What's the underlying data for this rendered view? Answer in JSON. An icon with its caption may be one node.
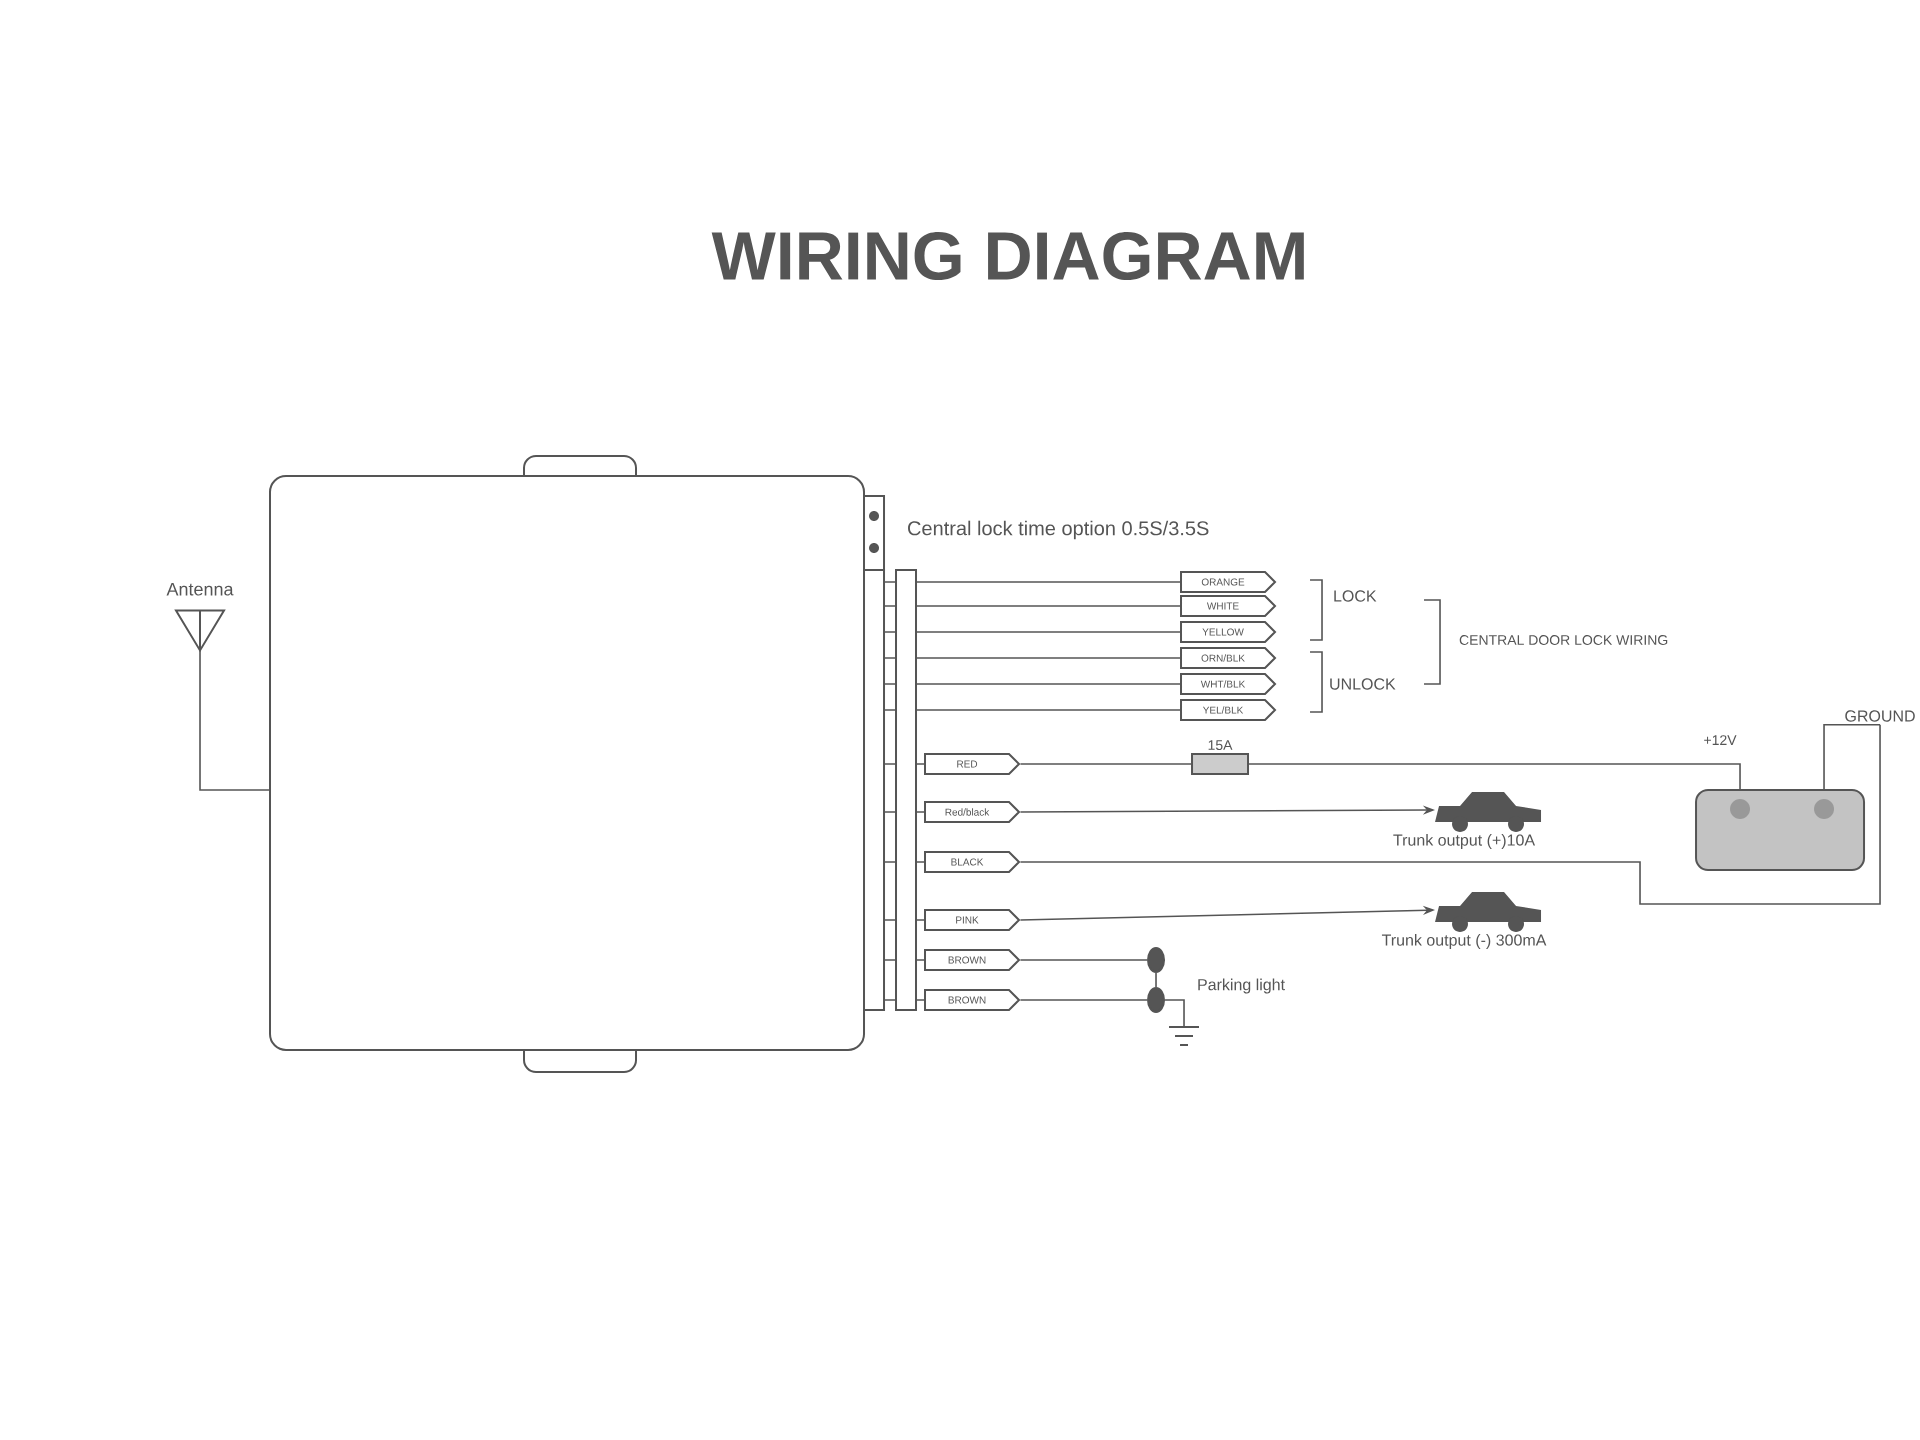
{
  "diagram": {
    "title": "WIRING DIAGRAM",
    "nodes": [
      {
        "text": [],
        "shape": "box"
      },
      {
        "text": [
          "Antenna"
        ]
      },
      {
        "text": [
          "ORANGE"
        ]
      },
      {
        "text": [
          "WHITE"
        ]
      },
      {
        "text": [
          "YELLOW"
        ]
      },
      {
        "text": [
          "ORN/BLK"
        ]
      },
      {
        "text": [
          "WHT/BLK"
        ]
      },
      {
        "text": [
          "YEL/BLK"
        ]
      },
      {
        "text": [
          "RED"
        ]
      },
      {
        "text": [
          "Red/black"
        ]
      },
      {
        "text": [
          "BLACK"
        ]
      },
      {
        "text": [
          "PINK"
        ]
      },
      {
        "text": [
          "BROWN"
        ]
      },
      {
        "text": [
          "BROWN"
        ]
      },
      {
        "text": [
          "15A"
        ]
      },
      {
        "text": [],
        "shape": "box"
      },
      {
        "text": [],
        "shape": "picture",
        "beside": [
          "Trunk output (+)10A"
        ]
      },
      {
        "text": [],
        "shape": "picture",
        "beside": [
          "Trunk output (-) 300mA"
        ]
      },
      {
        "text": [],
        "shape": "circle"
      },
      {
        "text": [],
        "shape": "circle"
      },
      {
        "text": [],
        "shape": "picture"
      },
      {
        "text": [
          "GROUND"
        ]
      }
    ],
    "edges": [
      {
        "from": 0,
        "to": 1,
        "arrow": "none"
      },
      {
        "from": 0,
        "to": 2,
        "arrow": "none"
      },
      {
        "from": 0,
        "to": 3,
        "arrow": "none"
      },
      {
        "from": 0,
        "to": 4,
        "arrow": "none"
      },
      {
        "from": 0,
        "to": 5,
        "arrow": "none"
      },
      {
        "from": 0,
        "to": 6,
        "arrow": "none"
      },
      {
        "from": 0,
        "to": 7,
        "arrow": "none"
      },
      {
        "from": 0,
        "to": 8,
        "arrow": "none"
      },
      {
        "from": 0,
        "to": 9,
        "arrow": "none"
      },
      {
        "from": 0,
        "to": 10,
        "arrow": "none"
      },
      {
        "from": 0,
        "to": 11,
        "arrow": "none"
      },
      {
        "from": 0,
        "to": 12,
        "arrow": "none"
      },
      {
        "from": 0,
        "to": 13,
        "arrow": "none"
      },
      {
        "from": 8,
        "to": 14,
        "arrow": "none"
      },
      {
        "from": 14,
        "to": 15,
        "arrow": "none"
      },
      {
        "from": 9,
        "to": 16,
        "arrow": "to"
      },
      {
        "from": 11,
        "to": 17,
        "arrow": "to"
      },
      {
        "from": 12,
        "to": 18,
        "arrow": "none"
      },
      {
        "from": 13,
        "to": 19,
        "arrow": "none"
      },
      {
        "from": 18,
        "to": 19,
        "arrow": "none"
      },
      {
        "from": 19,
        "to": 20,
        "arrow": "none"
      },
      {
        "from": 15,
        "to": 21,
        "arrow": "none"
      },
      {
        "from": 10,
        "to": 21,
        "arrow": "none"
      }
    ],
    "labels": [
      "Central lock time option 0.5S/3.5S",
      "LOCK",
      "UNLOCK",
      "CENTRAL DOOR LOCK WIRING",
      "+12V",
      "Parking light"
    ]
  }
}
